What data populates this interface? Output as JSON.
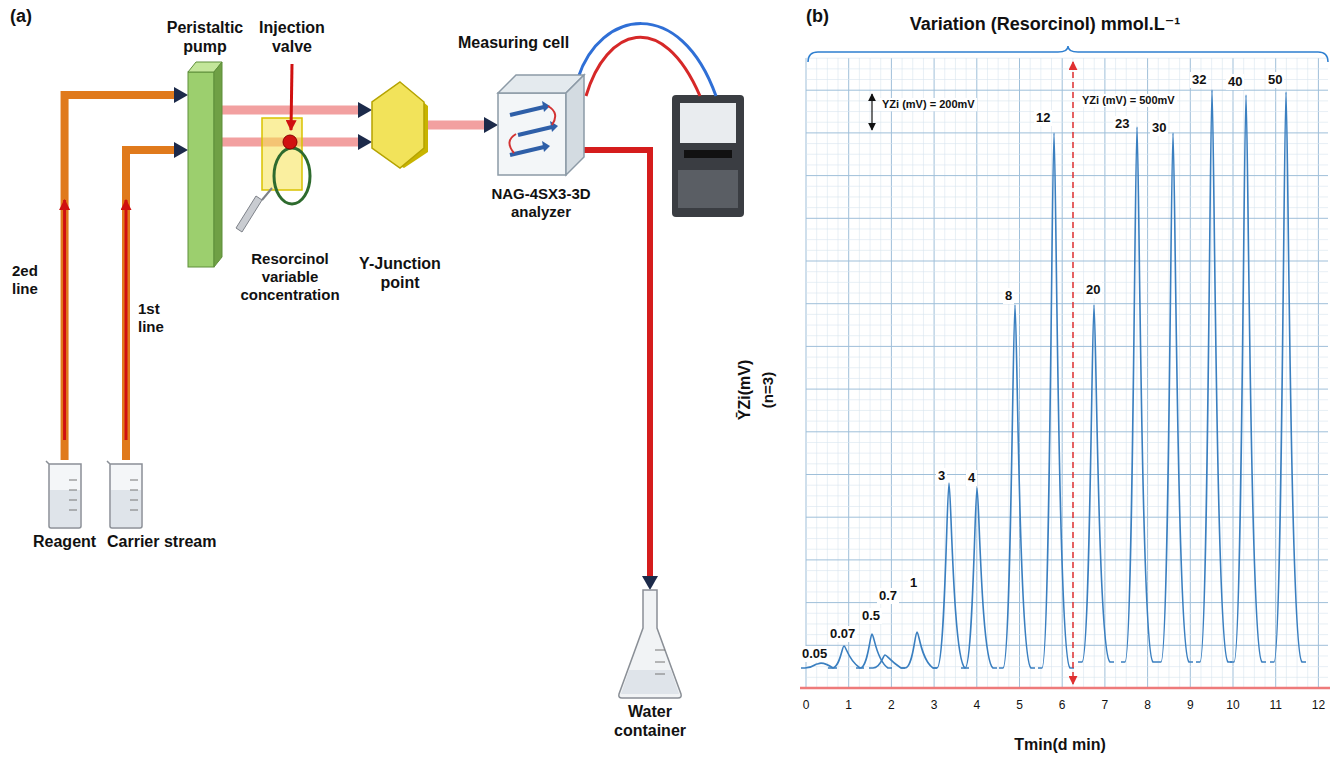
{
  "diagram": {
    "nodes": [
      {
        "text": [
          "Reagent"
        ]
      },
      {
        "text": [
          "Carrier stream"
        ]
      },
      {
        "text": [
          "Peristaltic pump"
        ]
      },
      {
        "text": [
          "Y-Junction point"
        ]
      },
      {
        "text": [
          "Measuring cell",
          "NAG-4SX3-3D analyzer"
        ]
      },
      {
        "text": [
          "Water container"
        ]
      }
    ],
    "edges": [
      {
        "from": 0,
        "to": 2,
        "arrow": "to"
      },
      {
        "from": 1,
        "to": 2,
        "arrow": "to"
      },
      {
        "from": 2,
        "to": 3,
        "arrow": "to"
      },
      {
        "from": 2,
        "to": 3,
        "arrow": "to"
      },
      {
        "from": 3,
        "to": 4,
        "arrow": "to"
      },
      {
        "from": 4,
        "to": 5,
        "arrow": "to"
      }
    ],
    "labels": [
      "(a)",
      "Injection valve",
      "Resorcinol variable concentration",
      "2ed line",
      "1st line",
      "(b)",
      "Variation (Resorcinol) mmol.L⁻¹",
      "YZi (mV) = 200mV",
      "YZi (mV) = 500mV",
      "0.05",
      "0.07",
      "0.5",
      "0.7",
      "1",
      "3",
      "4",
      "8",
      "12",
      "20",
      "23",
      "30",
      "32",
      "40",
      "50",
      "ȲZi(mV)",
      "(n=3)",
      "0",
      "1",
      "2",
      "3",
      "4",
      "5",
      "6",
      "7",
      "8",
      "9",
      "10",
      "11",
      "12",
      "Tmin(d min)"
    ]
  }
}
